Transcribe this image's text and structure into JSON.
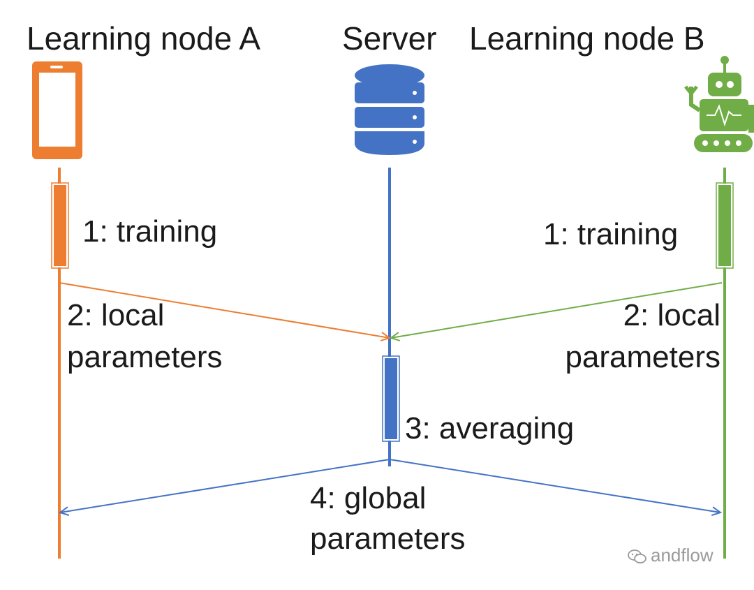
{
  "nodes": {
    "node_a": {
      "title": "Learning node A",
      "color": "#ED7D31",
      "icon": "smartphone-icon"
    },
    "server": {
      "title": "Server",
      "color": "#4472C4",
      "icon": "database-icon"
    },
    "node_b": {
      "title": "Learning node B",
      "color": "#70AD47",
      "icon": "robot-icon"
    }
  },
  "steps": {
    "training_a": "1: training",
    "training_b": "1: training",
    "local_a": [
      "2: local",
      "parameters"
    ],
    "local_b": [
      "2: local",
      "parameters"
    ],
    "averaging": "3: averaging",
    "global": [
      "4: global",
      "parameters"
    ]
  },
  "watermark": {
    "text": "andflow",
    "icon": "wechat-icon"
  }
}
